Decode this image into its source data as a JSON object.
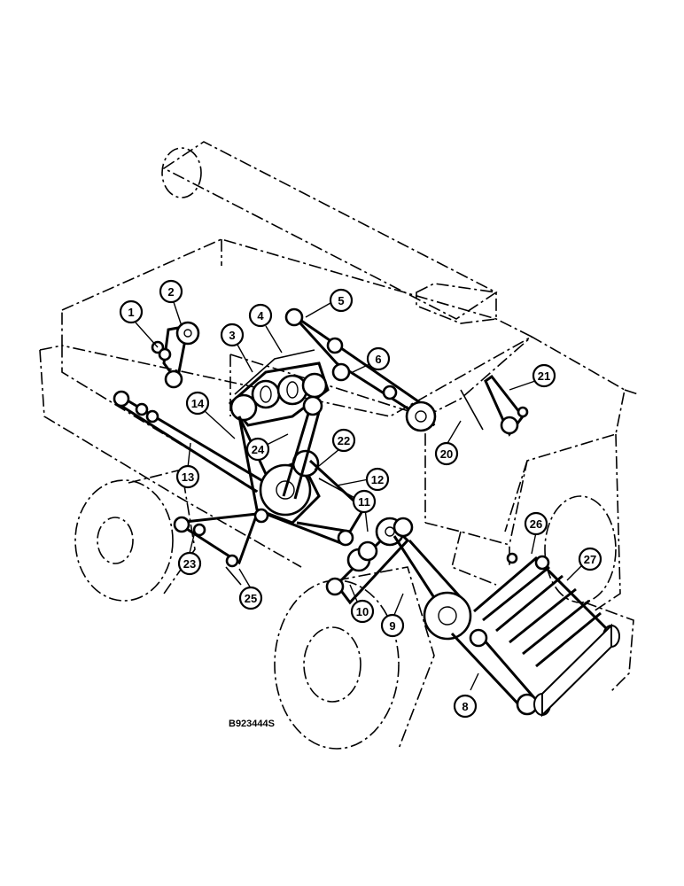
{
  "drawing_id": "B923444S",
  "callouts": [
    {
      "n": "1"
    },
    {
      "n": "2"
    },
    {
      "n": "3"
    },
    {
      "n": "4"
    },
    {
      "n": "5"
    },
    {
      "n": "6"
    },
    {
      "n": "8"
    },
    {
      "n": "9"
    },
    {
      "n": "10"
    },
    {
      "n": "11"
    },
    {
      "n": "12"
    },
    {
      "n": "13"
    },
    {
      "n": "14"
    },
    {
      "n": "20"
    },
    {
      "n": "21"
    },
    {
      "n": "22"
    },
    {
      "n": "23"
    },
    {
      "n": "24"
    },
    {
      "n": "25"
    },
    {
      "n": "26"
    },
    {
      "n": "27"
    }
  ]
}
